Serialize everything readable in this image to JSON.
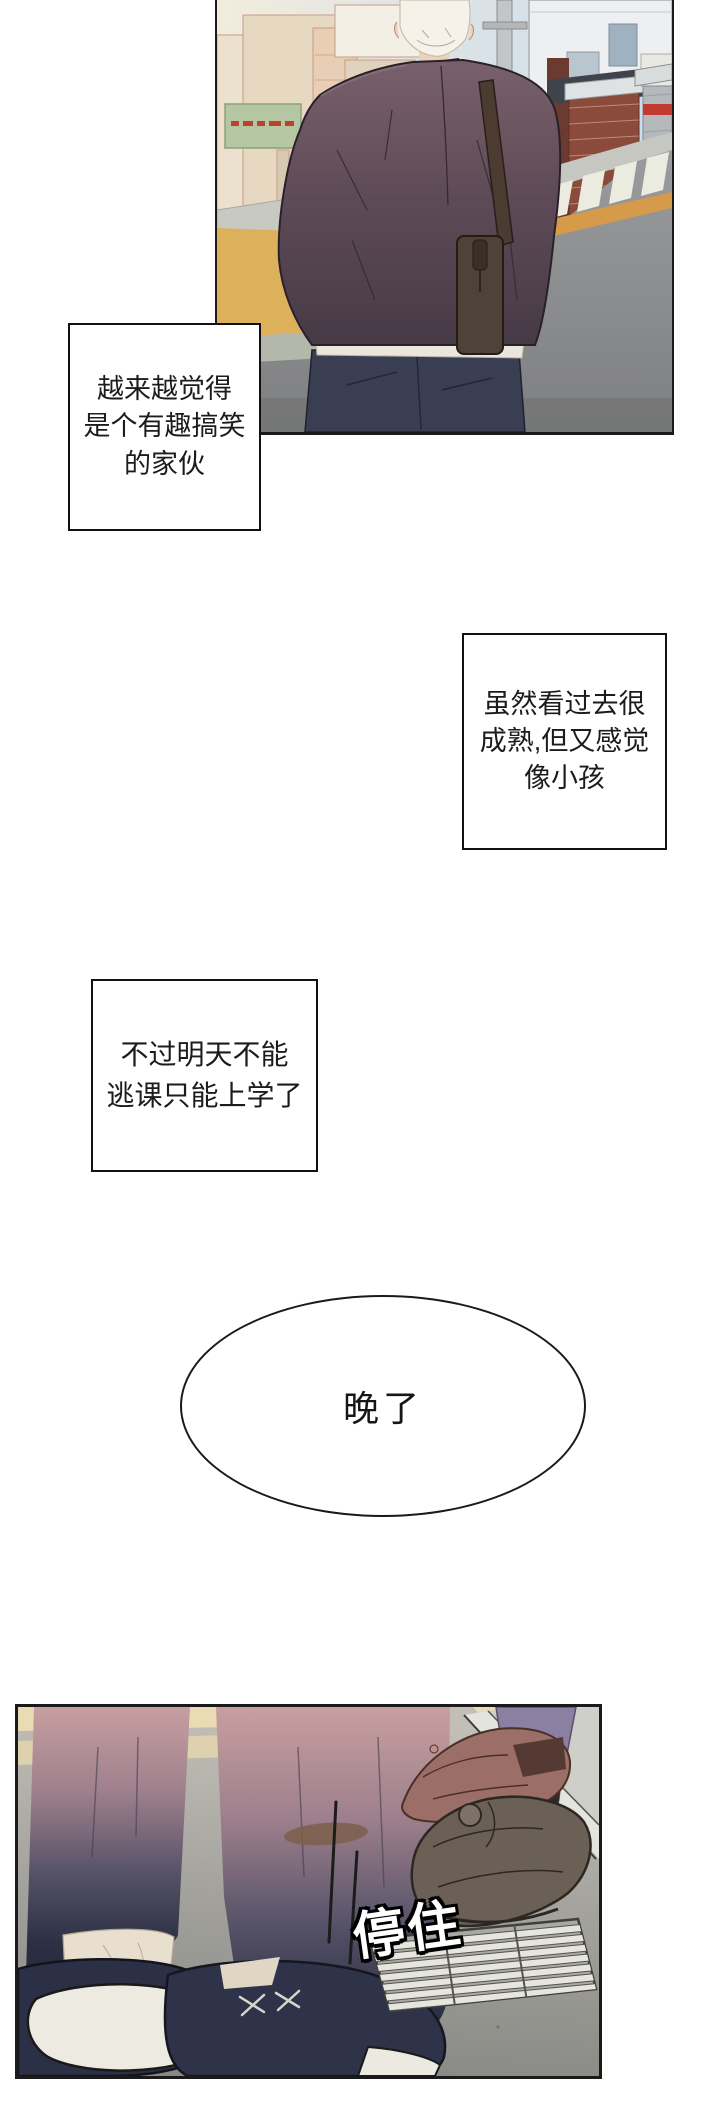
{
  "page": {
    "kind": "webtoon comic page",
    "background": "#ffffff",
    "panel_border_color": "#1a1a1a"
  },
  "bubbles": {
    "thought1": {
      "text": "越来越觉得\n是个有趣搞笑\n的家伙"
    },
    "thought2": {
      "text": "虽然看过去很\n成熟,但又感觉\n像小孩"
    },
    "thought3": {
      "text": "不过明天不能\n逃课只能上学了"
    },
    "speech_oval": {
      "text": "晚了"
    },
    "sfx": {
      "text": "停住",
      "fill": "#ffffff",
      "outline": "#000000"
    }
  },
  "scene_colors": {
    "sky": "#cddded",
    "warm_glow": "#f3e8cf",
    "buildings_left": "#eadfcd",
    "sign_green": "#b5c6a2",
    "brick": "#83463a",
    "shutter_red": "#c23b32",
    "shutter_blue": "#4a6cc4",
    "shutter_yellow": "#d8c13c",
    "road_gray": "#94959a",
    "crosswalk_yellow": "#ddb05c",
    "suit": "#5d4a56",
    "trousers_navy": "#3a3e52",
    "bag_brown": "#4e4239",
    "ground_gray": "#9a9a96",
    "leg_pink_top": "#c89fa0",
    "shoe_navy": "#2b3046",
    "sole_white": "#edeae1",
    "shoe_mauve": "#9b6f68",
    "shoe_taupe": "#6b6056",
    "pant_purple": "#8b80a2"
  }
}
